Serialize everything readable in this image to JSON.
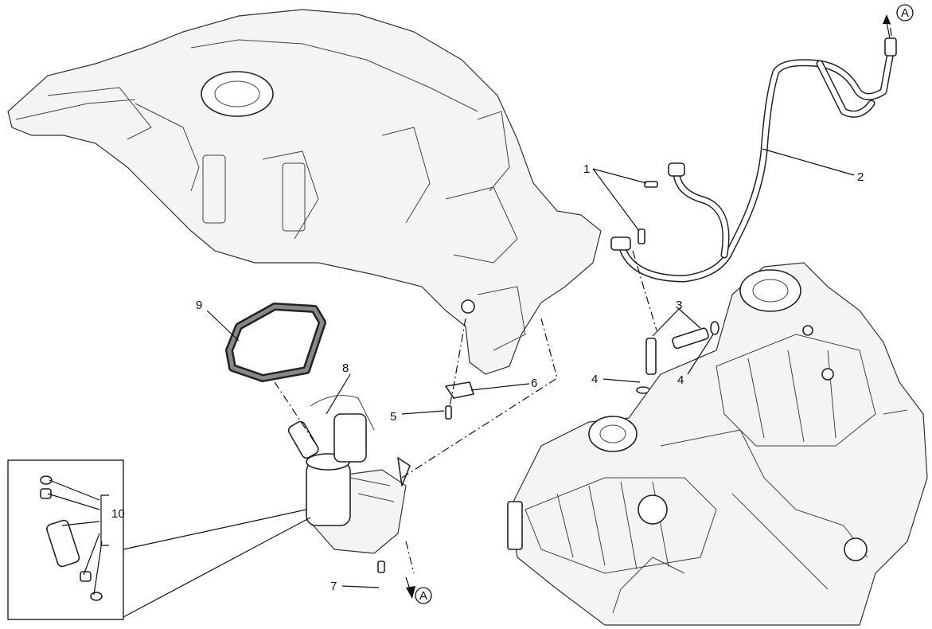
{
  "diagram": {
    "callouts": {
      "c1": "1",
      "c2": "2",
      "c3": "3",
      "c4a": "4",
      "c4b": "4",
      "c5": "5",
      "c6": "6",
      "c7": "7",
      "c8": "8",
      "c9": "9",
      "c10": "10"
    },
    "connection_refs": {
      "top": "A",
      "bottom": "A"
    }
  }
}
